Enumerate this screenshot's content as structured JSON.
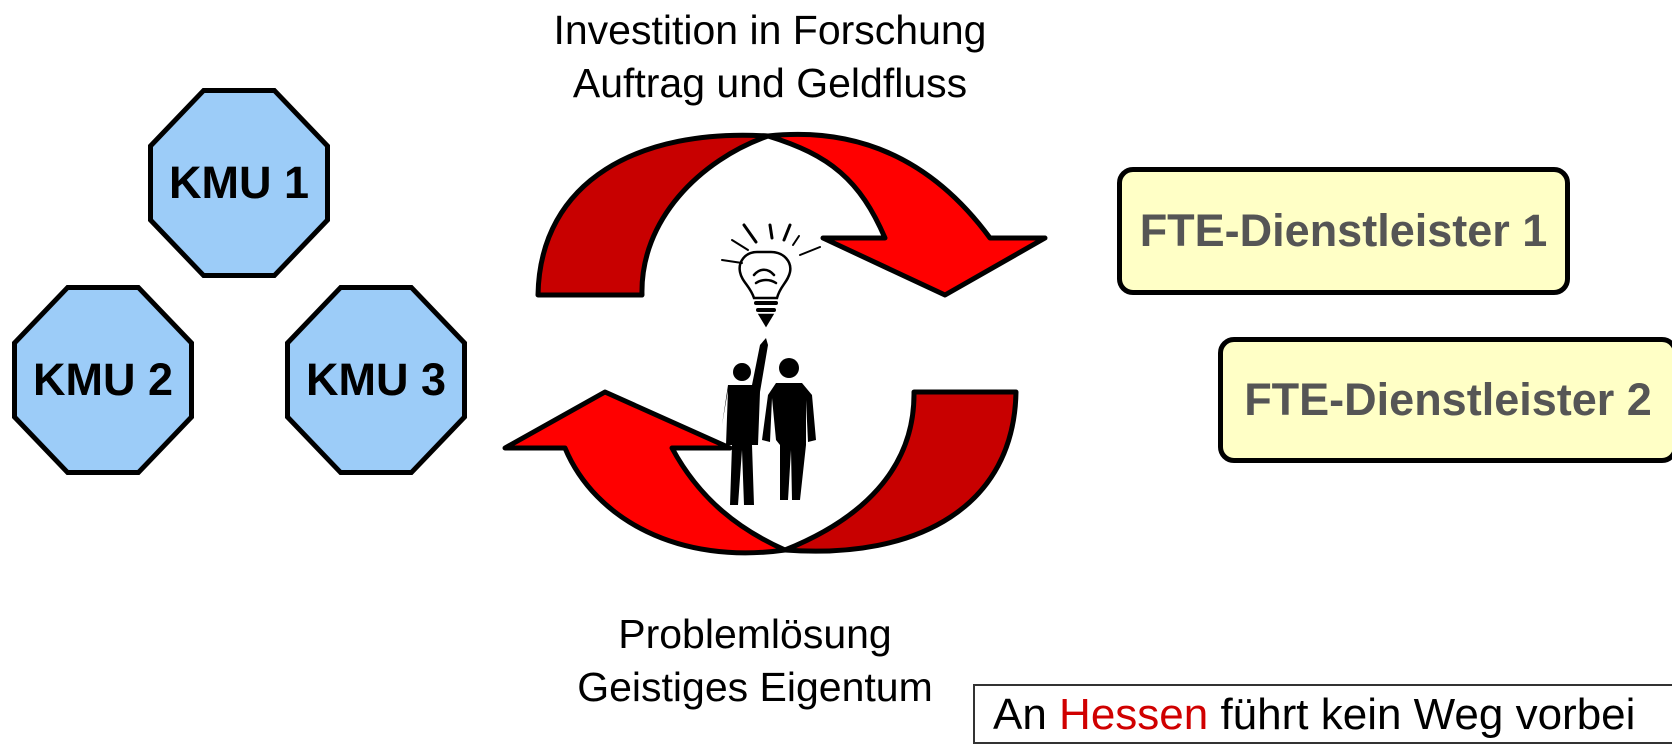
{
  "captions": {
    "top_line1": "Investition in Forschung",
    "top_line2": "Auftrag und Geldfluss",
    "bottom_line1": "Problemlösung",
    "bottom_line2": "Geistiges Eigentum"
  },
  "kmu": [
    {
      "label": "KMU 1"
    },
    {
      "label": "KMU 2"
    },
    {
      "label": "KMU 3"
    }
  ],
  "services": [
    {
      "label": "FTE-Dienstleister 1"
    },
    {
      "label": "FTE-Dienstleister 2"
    }
  ],
  "notice": {
    "pre": "An ",
    "highlight": "Hessen",
    "post": " führt kein Weg vorbei"
  },
  "colors": {
    "kmu_fill": "#9cccf8",
    "service_fill": "#ffffc6",
    "service_text": "#555555",
    "arrow_dark": "#c80000",
    "arrow_light": "#ff0000",
    "notice_highlight": "#d00000"
  },
  "icons": {
    "cycle": "circular-arrows-icon",
    "idea": "lightbulb-icon",
    "people": "two-people-silhouette-icon"
  }
}
